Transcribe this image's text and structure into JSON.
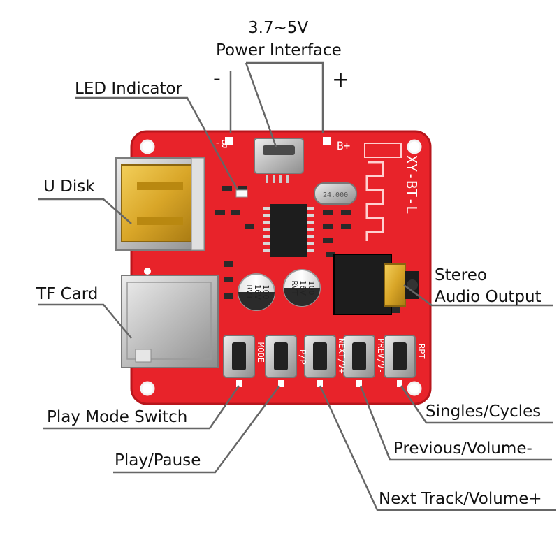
{
  "labels": {
    "power_voltage": "3.7~5V",
    "power_interface": "Power Interface",
    "minus_sign": "-",
    "plus_sign": "+",
    "led_indicator": "LED Indicator",
    "u_disk": "U Disk",
    "tf_card": "TF Card",
    "stereo": "Stereo",
    "audio_output": "Audio Output",
    "play_mode_switch": "Play Mode Switch",
    "play_pause": "Play/Pause",
    "singles_cycles": "Singles/Cycles",
    "previous_volume": "Previous/Volume-",
    "next_track_volume": "Next Track/Volume+"
  },
  "board_markings": {
    "b_minus": "B-",
    "b_plus": "B+",
    "module_name": "XY-BT-L",
    "crystal": "24.000",
    "cap_value": "100",
    "cap_voltage": "16V",
    "cap_brand": "RVT",
    "btn_mode": "MODE",
    "btn_pp": "P/P",
    "btn_next": "NEXT/V+",
    "btn_prev": "PREV/V-",
    "btn_rpt": "RPT"
  },
  "colors": {
    "pcb_red": "#e8232a",
    "pcb_dark": "#b8161c",
    "silkscreen": "#ffffff",
    "gold": "#d9a628",
    "metal": "#c9c9c9",
    "callout_line": "#666666",
    "text": "#111111"
  }
}
